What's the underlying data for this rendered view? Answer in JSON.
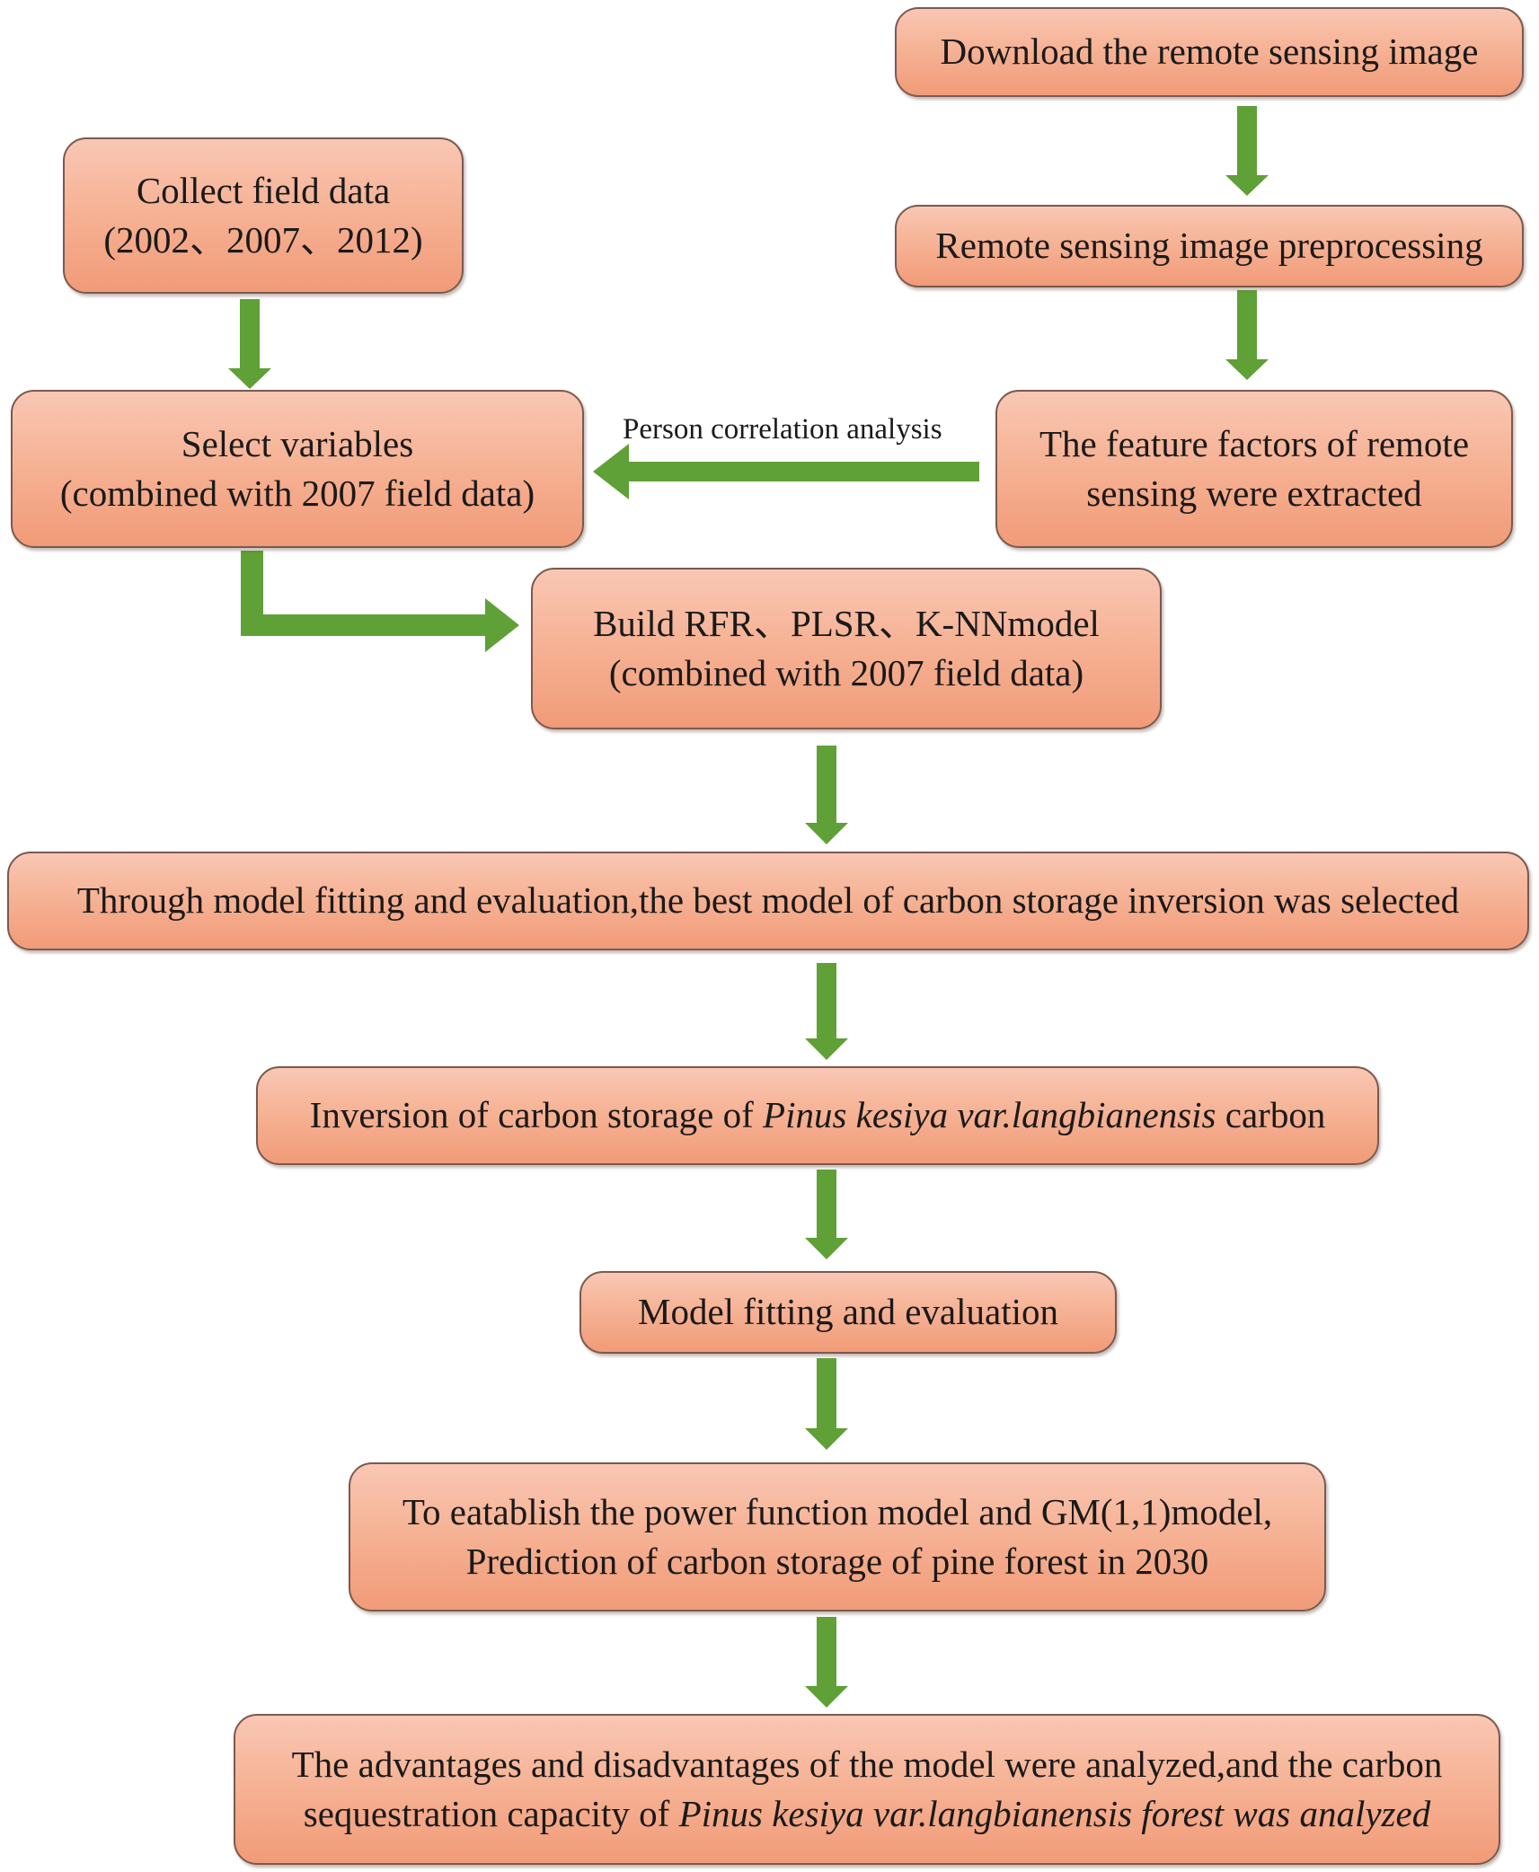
{
  "colors": {
    "box_fill_top": "#f9c7b4",
    "box_fill_bottom": "#f19b78",
    "box_border": "#7a5a4e",
    "arrow": "#5fa037"
  },
  "nodes": {
    "download": {
      "line1": "Download the remote sensing image"
    },
    "preprocess": {
      "line1": "Remote sensing image preprocessing"
    },
    "features": {
      "line1": "The feature factors of remote",
      "line2": "sensing were extracted"
    },
    "collect": {
      "line1": "Collect field data",
      "line2": "(2002、2007、2012)"
    },
    "select": {
      "line1": "Select variables",
      "line2": "(combined with 2007 field data)"
    },
    "build": {
      "line1": "Build RFR、PLSR、K-NNmodel",
      "line2": "(combined with 2007 field data)"
    },
    "best_model": {
      "line1": "Through model fitting and evaluation,the best model of carbon storage inversion was selected"
    },
    "inversion": {
      "pre": "Inversion of carbon storage of ",
      "italic": "Pinus kesiya var.langbianensis",
      "post": " carbon"
    },
    "fit_eval": {
      "line1": "Model fitting and evaluation"
    },
    "predict": {
      "line1": "To eatablish the power function model and GM(1,1)model,",
      "line2": "Prediction of carbon storage of pine forest in 2030"
    },
    "analysis": {
      "line1": "The advantages and disadvantages of the model were analyzed,and the carbon",
      "line2_pre": "sequestration capacity of ",
      "line2_italic": "Pinus kesiya var.langbianensis forest was analyzed"
    }
  },
  "edges": {
    "features_to_select_label": "Person correlation analysis"
  }
}
